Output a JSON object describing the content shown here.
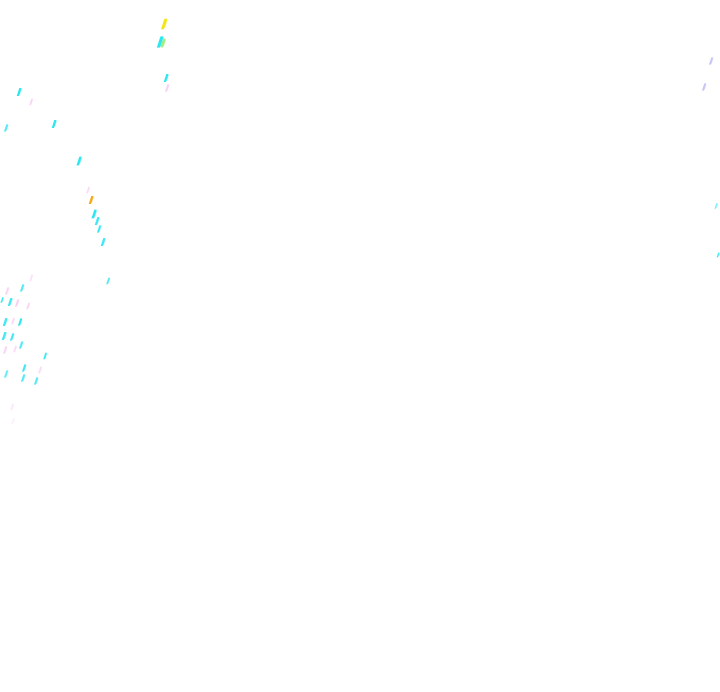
{
  "background_color": "#ffffff",
  "mark_colors": {
    "cyan": "#2ee6f0",
    "pink": "#f7c6f2",
    "yellow": "#f2e61a",
    "orange": "#f7a91a",
    "green": "#9ef07a",
    "lavender": "#c8c6f5"
  },
  "marks": [
    {
      "color": "yellow",
      "tone": 1.0
    },
    {
      "color": "cyan",
      "tone": 1.0
    },
    {
      "color": "green",
      "tone": 1.0
    },
    {
      "color": "cyan",
      "tone": 1.0
    },
    {
      "color": "pink",
      "tone": 0.8
    },
    {
      "color": "lavender",
      "tone": 1.0
    },
    {
      "color": "lavender",
      "tone": 1.0
    },
    {
      "color": "cyan",
      "tone": 1.0
    },
    {
      "color": "pink",
      "tone": 0.7
    },
    {
      "color": "cyan",
      "tone": 0.8
    },
    {
      "color": "cyan",
      "tone": 1.0
    },
    {
      "color": "cyan",
      "tone": 1.0
    },
    {
      "color": "pink",
      "tone": 0.6
    },
    {
      "color": "orange",
      "tone": 1.0
    },
    {
      "color": "cyan",
      "tone": 1.0
    },
    {
      "color": "cyan",
      "tone": 0.9
    },
    {
      "color": "cyan",
      "tone": 0.9
    },
    {
      "color": "cyan",
      "tone": 0.9
    },
    {
      "color": "cyan",
      "tone": 0.8
    },
    {
      "color": "cyan",
      "tone": 0.6
    },
    {
      "color": "pink",
      "tone": 0.5
    },
    {
      "color": "pink",
      "tone": 0.7
    },
    {
      "color": "cyan",
      "tone": 0.8
    },
    {
      "color": "pink",
      "tone": 0.8
    },
    {
      "color": "cyan",
      "tone": 0.9
    },
    {
      "color": "cyan",
      "tone": 0.9
    },
    {
      "color": "pink",
      "tone": 0.6
    },
    {
      "color": "pink",
      "tone": 0.7
    },
    {
      "color": "cyan",
      "tone": 1.0
    },
    {
      "color": "cyan",
      "tone": 0.9
    },
    {
      "color": "cyan",
      "tone": 0.9
    },
    {
      "color": "cyan",
      "tone": 0.8
    },
    {
      "color": "pink",
      "tone": 0.7
    },
    {
      "color": "cyan",
      "tone": 0.9
    },
    {
      "color": "pink",
      "tone": 0.6
    },
    {
      "color": "cyan",
      "tone": 0.9
    },
    {
      "color": "pink",
      "tone": 0.6
    },
    {
      "color": "cyan",
      "tone": 0.7
    },
    {
      "color": "cyan",
      "tone": 0.8
    },
    {
      "color": "cyan",
      "tone": 0.8
    },
    {
      "color": "cyan",
      "tone": 0.9
    },
    {
      "color": "cyan",
      "tone": 0.9
    },
    {
      "color": "pink",
      "tone": 0.4
    },
    {
      "color": "pink",
      "tone": 0.3
    }
  ]
}
